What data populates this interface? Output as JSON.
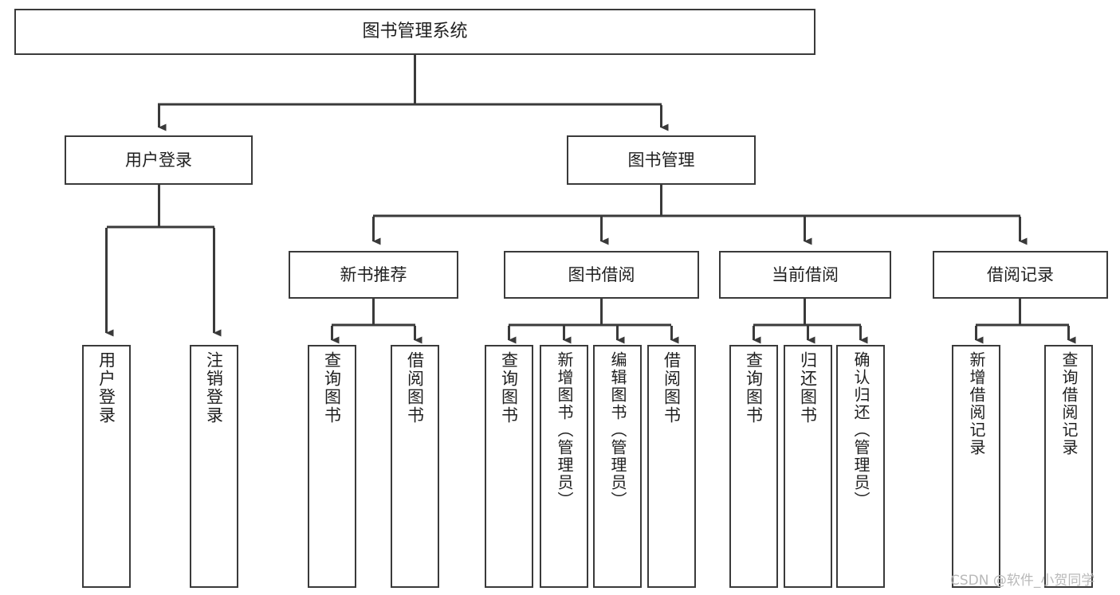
{
  "diagram": {
    "title": "图书管理系统",
    "type": "hierarchy-tree",
    "stroke_color": "#3a3a3a",
    "text_color": "#1f1f1f",
    "background": "#ffffff"
  },
  "nodes": {
    "root": {
      "label": "图书管理系统"
    },
    "level1": [
      {
        "id": "user-login",
        "label": "用户登录"
      },
      {
        "id": "book-manage",
        "label": "图书管理"
      }
    ],
    "level2": [
      {
        "id": "new-book-rec",
        "label": "新书推荐"
      },
      {
        "id": "book-borrow",
        "label": "图书借阅"
      },
      {
        "id": "current-borrow",
        "label": "当前借阅"
      },
      {
        "id": "borrow-record",
        "label": "借阅记录"
      }
    ],
    "leaves": {
      "user_login": [
        {
          "id": "leaf-user-login",
          "label": "用户登录"
        },
        {
          "id": "leaf-logout",
          "label": "注销登录"
        }
      ],
      "new_book_rec": [
        {
          "id": "leaf-query-book-1",
          "label": "查询图书"
        },
        {
          "id": "leaf-borrow-book-1",
          "label": "借阅图书"
        }
      ],
      "book_borrow": [
        {
          "id": "leaf-query-book-2",
          "label": "查询图书"
        },
        {
          "id": "leaf-add-book",
          "label": "新增图书（管理员）"
        },
        {
          "id": "leaf-edit-book",
          "label": "编辑图书（管理员）"
        },
        {
          "id": "leaf-borrow-book-2",
          "label": "借阅图书"
        }
      ],
      "current_borrow": [
        {
          "id": "leaf-query-book-3",
          "label": "查询图书"
        },
        {
          "id": "leaf-return-book",
          "label": "归还图书"
        },
        {
          "id": "leaf-confirm-return",
          "label": "确认归还（管理员）"
        }
      ],
      "borrow_record": [
        {
          "id": "leaf-add-record",
          "label": "新增借阅记录"
        },
        {
          "id": "leaf-query-record",
          "label": "查询借阅记录"
        }
      ]
    }
  },
  "watermark": {
    "text": "CSDN @软件_小贺同学"
  }
}
